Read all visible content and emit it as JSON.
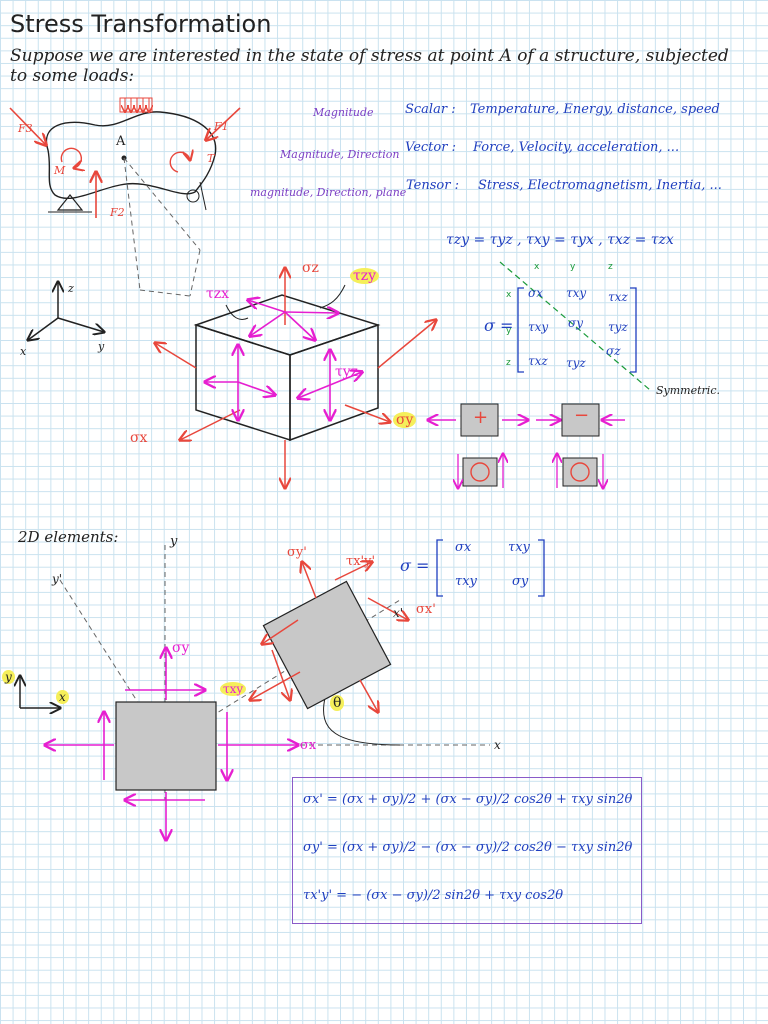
{
  "title": "Stress Transformation",
  "intro": "Suppose we are interested in the state of stress at point A of a structure, subjected to some loads:",
  "classification": [
    {
      "qualifier": "Magnitude",
      "name": "Scalar :",
      "examples": "Temperature, Energy, distance, speed"
    },
    {
      "qualifier": "Magnitude, Direction",
      "name": "Vector :",
      "examples": "Force, Velocity, acceleration, ..."
    },
    {
      "qualifier": "magnitude, Direction, plane",
      "name": "Tensor :",
      "examples": "Stress, Electromagnetism, Inertia, ..."
    }
  ],
  "structure_labels": {
    "point": "A",
    "f1": "F1",
    "f2": "F2",
    "f3": "F3",
    "m": "M",
    "t": "T"
  },
  "axes3d": {
    "z": "z",
    "x": "x",
    "y": "y"
  },
  "symmetry_eq": "τzy = τyz ,   τxy = τyx ,  τxz = τzx",
  "cube_labels": {
    "sigma_z": "σz",
    "tau_zy": "τzy",
    "tau_zx": "τzx",
    "tau_yz": "τyz",
    "sigma_x": "σx",
    "sigma_y": "σy"
  },
  "matrix": {
    "symbol": "σ =",
    "col_headers": [
      "x",
      "y",
      "z"
    ],
    "row_headers": [
      "x",
      "y",
      "z"
    ],
    "rows": [
      [
        "σx",
        "τxy",
        "τxz"
      ],
      [
        "τxy",
        "σy",
        "τyz"
      ],
      [
        "τxz",
        "τyz",
        "σz"
      ]
    ],
    "note": "Symmetric."
  },
  "signs": {
    "positive": "+",
    "negative": "−"
  },
  "section2d": {
    "heading": "2D elements:",
    "y_axis": "y",
    "y_prime": "y'",
    "x_axis": "x",
    "x_prime": "x'",
    "sigma_y": "σy",
    "tau_xy": "τxy",
    "sigma_x": "σx",
    "sigma_y_prime": "σy'",
    "tau_xy_prime": "τx'y'",
    "sigma_x_prime": "σx'",
    "theta": "θ",
    "matrix2d": {
      "symbol": "σ =",
      "rows": [
        [
          "σx",
          "τxy"
        ],
        [
          "τxy",
          "σy"
        ]
      ]
    }
  },
  "equations": [
    {
      "lhs": "σx'",
      "rhs": "(σx + σy)/2  +  (σx − σy)/2 cos2θ  +  τxy sin2θ"
    },
    {
      "lhs": "σy'",
      "rhs": "(σx + σy)/2  −  (σx − σy)/2 cos2θ  −  τxy sin2θ"
    },
    {
      "lhs": "τx'y'",
      "rhs": "−  (σx − σy)/2 sin2θ  +  τxy cos2θ"
    }
  ],
  "colors": {
    "red": "#e8473c",
    "magenta": "#e61fd0",
    "blue": "#1f3fbf",
    "purple": "#7b3fc4",
    "green": "#1a9a3a",
    "highlight": "#f5ef5a",
    "box_fill": "#c8c8c8"
  }
}
